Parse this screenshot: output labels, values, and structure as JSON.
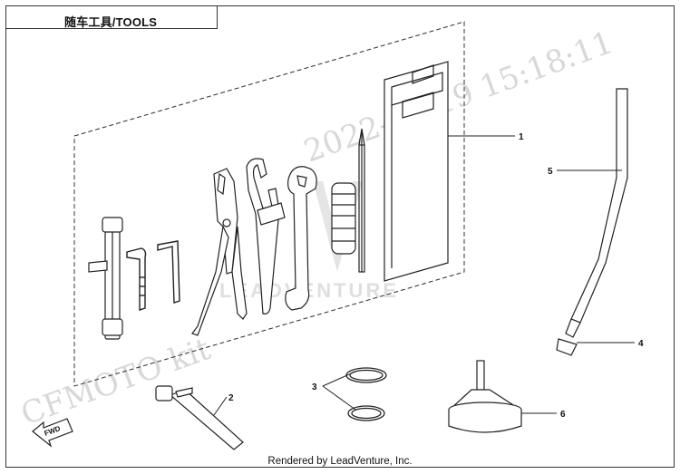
{
  "title": "随车工具/TOOLS",
  "footer": "Rendered by LeadVenture, Inc.",
  "watermark": {
    "timestamp": "2022-05-19   15:18:11",
    "brand": "CFMOTO  kit",
    "logo_text": "LEADVENTURE"
  },
  "fwd_label": "FWD",
  "callouts": [
    "1",
    "2",
    "3",
    "4",
    "5",
    "6"
  ],
  "colors": {
    "line": "#222222",
    "watermark": "#d8d8d8"
  }
}
